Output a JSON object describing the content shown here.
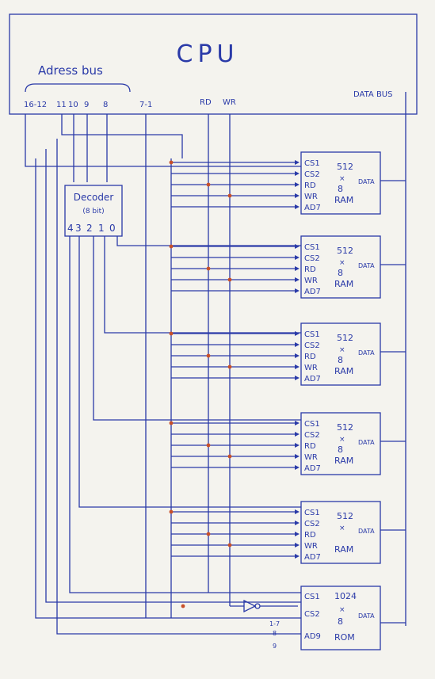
{
  "cpu": {
    "title": "CPU",
    "address_bus_label": "Adress bus",
    "data_bus_label": "DATA BUS"
  },
  "pins": {
    "a16_12": "16-12",
    "a11": "11",
    "a10": "10",
    "a9": "9",
    "a8": "8",
    "a7_1": "7-1",
    "rd": "RD",
    "wr": "WR"
  },
  "decoder": {
    "title": "Decoder",
    "subtitle": "(8 bit)",
    "outputs": [
      "4",
      "3",
      "2",
      "1",
      "0"
    ]
  },
  "rams": [
    {
      "cs1": "CS1",
      "cs2": "CS2",
      "rd": "RD",
      "wr": "WR",
      "ad": "AD7",
      "size_top": "512",
      "times": "×",
      "size_bottom": "8",
      "kind": "RAM",
      "data": "DATA"
    },
    {
      "cs1": "CS1",
      "cs2": "CS2",
      "rd": "RD",
      "wr": "WR",
      "ad": "AD7",
      "size_top": "512",
      "times": "×",
      "size_bottom": "8",
      "kind": "RAM",
      "data": "DATA"
    },
    {
      "cs1": "CS1",
      "cs2": "CS2",
      "rd": "RD",
      "wr": "WR",
      "ad": "AD7",
      "size_top": "512",
      "times": "×",
      "size_bottom": "8",
      "kind": "RAM",
      "data": "DATA"
    },
    {
      "cs1": "CS1",
      "cs2": "CS2",
      "rd": "RD",
      "wr": "WR",
      "ad": "AD7",
      "size_top": "512",
      "times": "×",
      "size_bottom": "8",
      "kind": "RAM",
      "data": "DATA"
    },
    {
      "cs1": "CS1",
      "cs2": "CS2",
      "rd": "RD",
      "wr": "WR",
      "ad": "AD7",
      "size_top": "512",
      "times": "×",
      "size_bottom": "",
      "kind": "RAM",
      "data": "DATA"
    }
  ],
  "rom": {
    "cs1": "CS1",
    "cs2": "CS2",
    "size_top": "1024",
    "times": "×",
    "size_bottom": "8",
    "ad": "AD9",
    "kind": "ROM",
    "data": "DATA",
    "in_1_7": "1-7",
    "in_8": "8",
    "in_9": "9"
  }
}
